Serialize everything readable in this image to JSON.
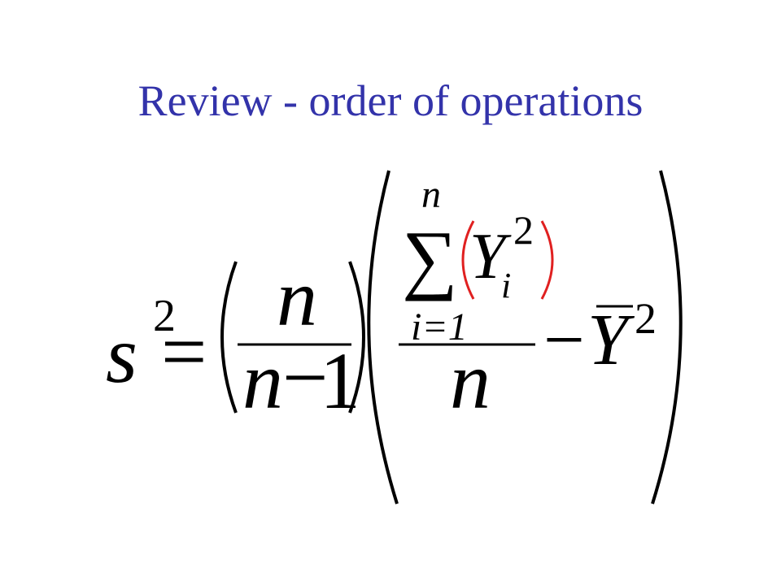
{
  "slide": {
    "title": "Review - order of operations"
  },
  "formula": {
    "lhs_var": "s",
    "lhs_exp": "2",
    "equals": "=",
    "frac1_num": "n",
    "frac1_den_var": "n",
    "frac1_den_minus": "−",
    "frac1_den_one": "1",
    "sum_upper": "n",
    "sum_symbol": "∑",
    "sum_lower": "i=1",
    "sum_term_var": "Y",
    "sum_term_sub": "i",
    "sum_term_exp": "2",
    "frac2_den": "n",
    "minus": "−",
    "mean_var": "Y",
    "mean_exp": "2",
    "highlight_color": "#e02020",
    "text_color": "#000000",
    "title_color": "#3333aa"
  }
}
